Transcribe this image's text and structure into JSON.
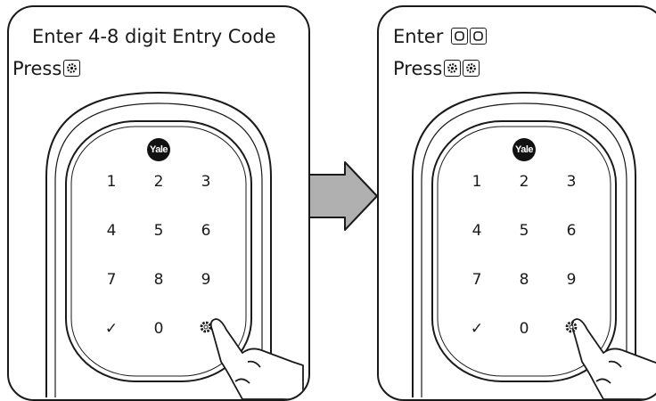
{
  "left": {
    "line1": "Enter 4-8 digit Entry Code",
    "line2": "Press"
  },
  "right": {
    "line1": "Enter",
    "line2": "Press"
  },
  "logo": "Yale",
  "keypad": {
    "row1": [
      "1",
      "2",
      "3"
    ],
    "row2": [
      "4",
      "5",
      "6"
    ],
    "row3": [
      "7",
      "8",
      "9"
    ],
    "row4_check": "✓",
    "row4_zero": "0"
  },
  "icons": [
    "gear-icon",
    "zero-key-icon",
    "checkmark-icon",
    "pointing-hand-icon",
    "arrow-right-icon"
  ],
  "colors": {
    "line": "#1a1a1a",
    "arrow_fill": "#b0b0b0"
  }
}
